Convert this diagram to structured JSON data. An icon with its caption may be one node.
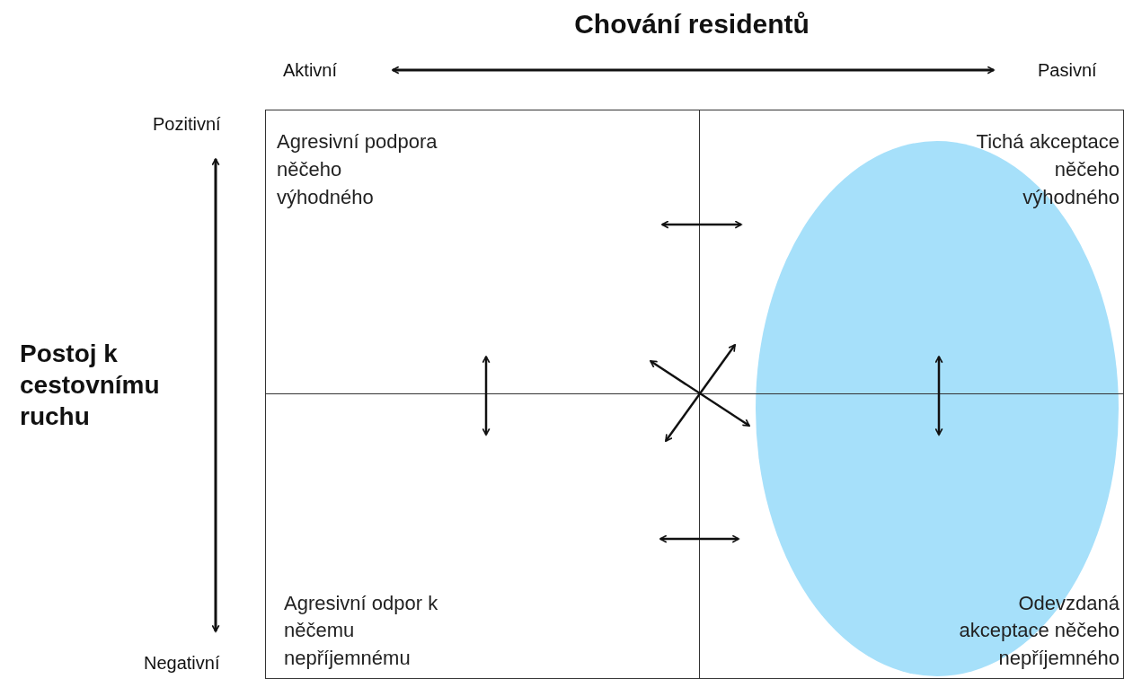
{
  "diagram": {
    "title": "Chování residentů",
    "nodes": [
      {
        "text": [
          "Agresivní podpora něčeho výhodného"
        ]
      },
      {
        "text": [
          "Tichá akceptace něčeho výhodného"
        ]
      },
      {
        "text": [
          "Agresivní odpor k něčemu nepříjemnému"
        ]
      },
      {
        "text": [
          "Odevzdaná akceptace něčeho nepříjemného"
        ]
      }
    ],
    "edges": [
      {
        "from": 0,
        "to": 1,
        "arrow": "both"
      },
      {
        "from": 0,
        "to": 2,
        "arrow": "both"
      },
      {
        "from": 0,
        "to": 3,
        "arrow": "both"
      },
      {
        "from": 1,
        "to": 2,
        "arrow": "both"
      },
      {
        "from": 1,
        "to": 3,
        "arrow": "both"
      },
      {
        "from": 2,
        "to": 3,
        "arrow": "both"
      }
    ],
    "labels": [
      "Aktivní",
      "Pasivní",
      "Pozitivní",
      "Postoj k cestovnímu ruchu",
      "Negativní"
    ]
  }
}
